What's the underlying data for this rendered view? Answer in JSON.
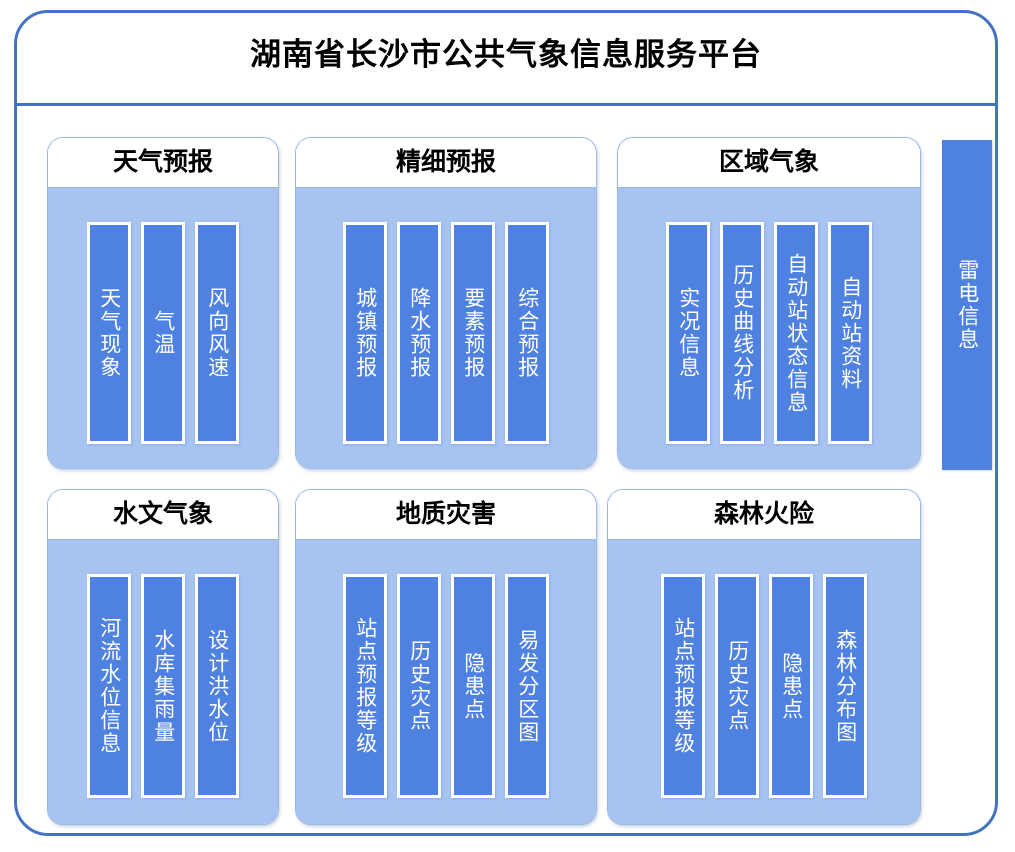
{
  "platform": {
    "title": "湖南省长沙市公共气象信息服务平台"
  },
  "colors": {
    "frame_border": "#4573C4",
    "panel_border": "#9CB8E0",
    "panel_body": "#A6C3F2",
    "item_bar": "#4F82E0",
    "item_bar_border": "#FFFFFF",
    "item_text": "#FFFFFF",
    "title_text": "#000000"
  },
  "panels": [
    {
      "id": "weather-forecast",
      "title": "天气预报",
      "items": [
        {
          "label": "天气现象"
        },
        {
          "label": "气温"
        },
        {
          "label": "风向风速"
        }
      ]
    },
    {
      "id": "fine-forecast",
      "title": "精细预报",
      "items": [
        {
          "label": "城镇预报"
        },
        {
          "label": "降水预报"
        },
        {
          "label": "要素预报"
        },
        {
          "label": "综合预报"
        }
      ]
    },
    {
      "id": "regional-met",
      "title": "区域气象",
      "items": [
        {
          "label": "实况信息"
        },
        {
          "label": "历史曲线分析"
        },
        {
          "label": "自动站状态信息"
        },
        {
          "label": "自动站资料"
        }
      ]
    },
    {
      "id": "hydro-met",
      "title": "水文气象",
      "items": [
        {
          "label": "河流水位信息"
        },
        {
          "label": "水库集雨量"
        },
        {
          "label": "设计洪水位"
        }
      ]
    },
    {
      "id": "geo-hazard",
      "title": "地质灾害",
      "items": [
        {
          "label": "站点预报等级"
        },
        {
          "label": "历史灾点"
        },
        {
          "label": "隐患点"
        },
        {
          "label": "易发分区图"
        }
      ]
    },
    {
      "id": "forest-fire",
      "title": "森林火险",
      "items": [
        {
          "label": "站点预报等级"
        },
        {
          "label": "历史灾点"
        },
        {
          "label": "隐患点"
        },
        {
          "label": "森林分布图"
        }
      ]
    }
  ],
  "side_module": {
    "label": "雷电信息"
  }
}
